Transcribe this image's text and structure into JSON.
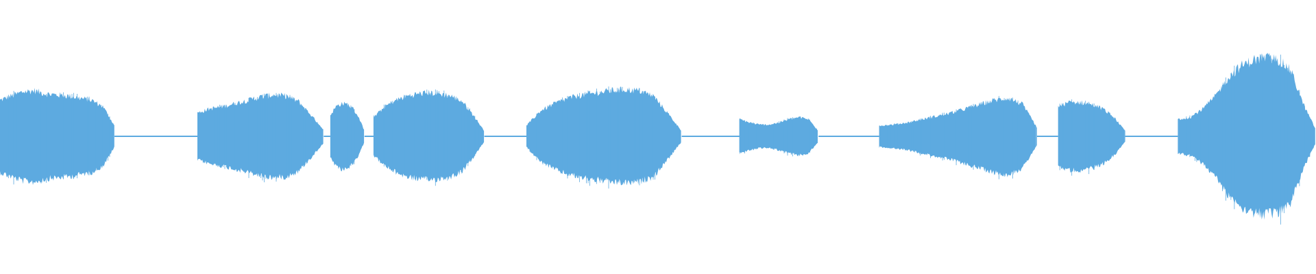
{
  "waveform": {
    "color": "#5DAAE0",
    "amplitude_range": [
      -1,
      1
    ],
    "duration_fraction": [
      0,
      1
    ],
    "segments": [
      {
        "kind": "sound",
        "start": 0.0,
        "end": 0.087,
        "envelope": [
          0.34,
          0.38,
          0.42,
          0.43,
          0.4,
          0.39,
          0.38,
          0.36,
          0.34,
          0.28,
          0.1
        ]
      },
      {
        "kind": "silence",
        "start": 0.087,
        "end": 0.15
      },
      {
        "kind": "sound",
        "start": 0.15,
        "end": 0.246,
        "envelope": [
          0.22,
          0.26,
          0.28,
          0.31,
          0.34,
          0.37,
          0.39,
          0.38,
          0.33,
          0.2,
          0.06
        ]
      },
      {
        "kind": "silence",
        "start": 0.246,
        "end": 0.251
      },
      {
        "kind": "sound",
        "start": 0.251,
        "end": 0.277,
        "envelope": [
          0.2,
          0.28,
          0.31,
          0.3,
          0.26,
          0.18,
          0.05
        ]
      },
      {
        "kind": "silence",
        "start": 0.277,
        "end": 0.284
      },
      {
        "kind": "sound",
        "start": 0.284,
        "end": 0.368,
        "envelope": [
          0.18,
          0.28,
          0.34,
          0.38,
          0.4,
          0.41,
          0.4,
          0.38,
          0.33,
          0.2,
          0.05
        ]
      },
      {
        "kind": "silence",
        "start": 0.368,
        "end": 0.4
      },
      {
        "kind": "sound",
        "start": 0.4,
        "end": 0.518,
        "envelope": [
          0.1,
          0.24,
          0.31,
          0.36,
          0.39,
          0.41,
          0.43,
          0.44,
          0.43,
          0.38,
          0.22,
          0.05
        ]
      },
      {
        "kind": "silence",
        "start": 0.518,
        "end": 0.562
      },
      {
        "kind": "sound",
        "start": 0.562,
        "end": 0.622,
        "envelope": [
          0.16,
          0.13,
          0.11,
          0.11,
          0.13,
          0.16,
          0.18,
          0.16,
          0.05
        ]
      },
      {
        "kind": "silence",
        "start": 0.622,
        "end": 0.668
      },
      {
        "kind": "sound",
        "start": 0.668,
        "end": 0.788,
        "envelope": [
          0.1,
          0.11,
          0.13,
          0.16,
          0.19,
          0.22,
          0.26,
          0.3,
          0.34,
          0.36,
          0.3,
          0.08
        ]
      },
      {
        "kind": "silence",
        "start": 0.788,
        "end": 0.804
      },
      {
        "kind": "sound",
        "start": 0.804,
        "end": 0.855,
        "envelope": [
          0.28,
          0.32,
          0.32,
          0.3,
          0.26,
          0.18,
          0.05
        ]
      },
      {
        "kind": "silence",
        "start": 0.855,
        "end": 0.895
      },
      {
        "kind": "sound",
        "start": 0.895,
        "end": 1.0,
        "envelope": [
          0.16,
          0.18,
          0.26,
          0.38,
          0.55,
          0.66,
          0.72,
          0.74,
          0.72,
          0.62,
          0.3,
          0.06
        ]
      }
    ]
  }
}
